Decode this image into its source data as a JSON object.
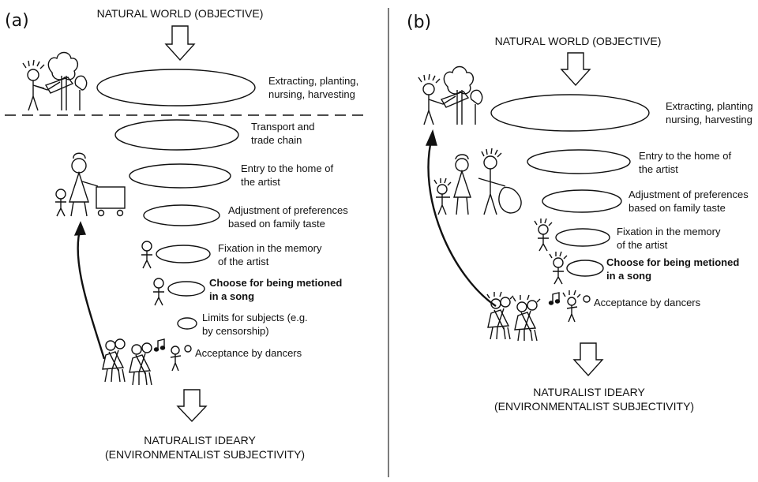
{
  "panels": {
    "a": {
      "label": "(a)",
      "top_title": "NATURAL WORLD (OBJECTIVE)",
      "bottom_title": [
        "NATURALIST IDEARY",
        "(ENVIRONMENTALIST SUBJECTIVITY)"
      ],
      "stages": [
        {
          "lines": [
            "Extracting, planting,",
            "nursing, harvesting"
          ],
          "bold": false
        },
        {
          "lines": [
            "Transport and",
            "trade chain"
          ],
          "bold": false
        },
        {
          "lines": [
            "Entry to the home of",
            "the artist"
          ],
          "bold": false
        },
        {
          "lines": [
            "Adjustment of preferences",
            "based on family taste"
          ],
          "bold": false
        },
        {
          "lines": [
            "Fixation in the memory",
            "of the artist"
          ],
          "bold": false
        },
        {
          "lines": [
            "Choose for being metioned",
            "in a song"
          ],
          "bold": true
        },
        {
          "lines": [
            "Limits for subjects (e.g.",
            "by censorship)"
          ],
          "bold": false
        },
        {
          "lines": [
            "Acceptance by dancers"
          ],
          "bold": false
        }
      ]
    },
    "b": {
      "label": "(b)",
      "top_title": "NATURAL WORLD (OBJECTIVE)",
      "bottom_title": [
        "NATURALIST IDEARY",
        "(ENVIRONMENTALIST SUBJECTIVITY)"
      ],
      "stages": [
        {
          "lines": [
            "Extracting, planting",
            "nursing, harvesting"
          ],
          "bold": false
        },
        {
          "lines": [
            "Entry to the home of",
            "the artist"
          ],
          "bold": false
        },
        {
          "lines": [
            "Adjustment of preferences",
            "based on family taste"
          ],
          "bold": false
        },
        {
          "lines": [
            "Fixation in the memory",
            "of the artist"
          ],
          "bold": false
        },
        {
          "lines": [
            "Choose for being metioned",
            "in a song"
          ],
          "bold": true
        },
        {
          "lines": [
            "Acceptance by dancers"
          ],
          "bold": false
        }
      ]
    }
  }
}
